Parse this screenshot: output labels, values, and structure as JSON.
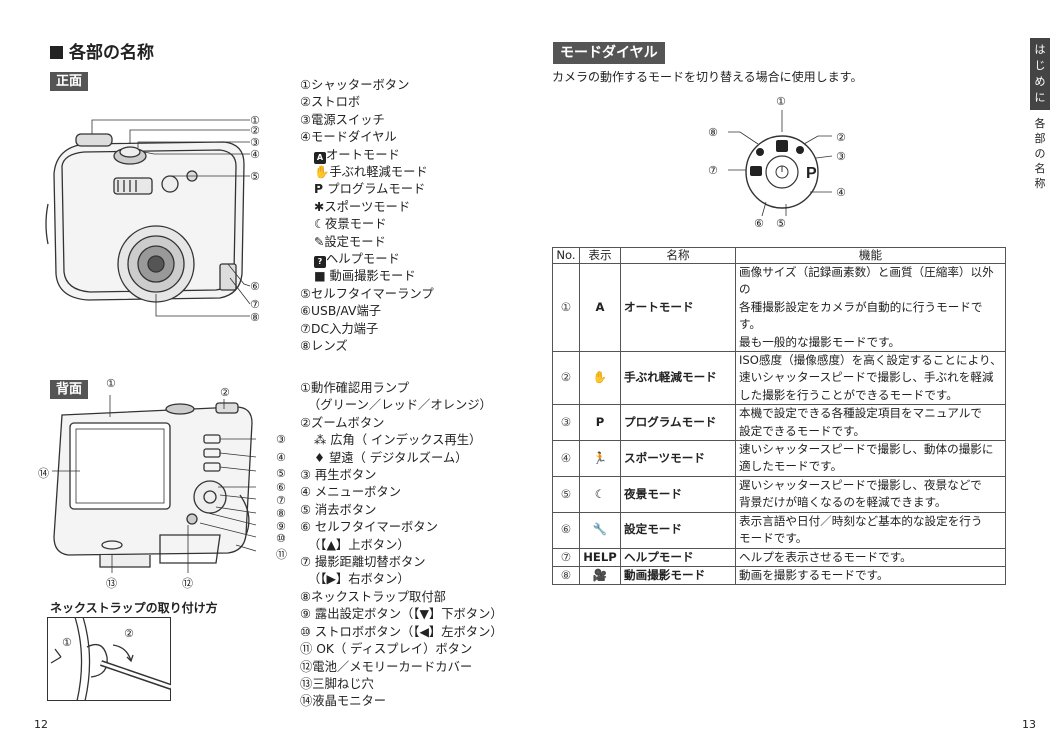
{
  "left": {
    "title": "各部の名称",
    "front_tag": "正面",
    "front_list": [
      "①シャッターボタン",
      "②ストロボ",
      "③電源スイッチ",
      "④モードダイヤル",
      "オートモード",
      "手ぶれ軽減モード",
      "プログラムモード",
      "スポーツモード",
      "夜景モード",
      "設定モード",
      "ヘルプモード",
      "動画撮影モード",
      "⑤セルフタイマーランプ",
      "⑥USB/AV端子",
      "⑦DC入力端子",
      "⑧レンズ"
    ],
    "back_tag": "背面",
    "back_list": [
      "①動作確認用ランプ",
      "（グリーン／レッド／オレンジ）",
      "②ズームボタン",
      "広角（  インデックス再生）",
      "望遠（  デジタルズーム）",
      "③  再生ボタン",
      "④  メニューボタン",
      "⑤  消去ボタン",
      "⑥  セルフタイマーボタン",
      "（【▲】上ボタン）",
      "⑦  撮影距離切替ボタン",
      "（【▶】右ボタン）",
      "⑧ネックストラップ取付部",
      "⑨  露出設定ボタン（【▼】下ボタン）",
      "⑩  ストロボボタン（【◀】左ボタン）",
      "⑪ OK（  ディスプレイ）ボタン",
      "⑫電池／メモリーカードカバー",
      "⑬三脚ねじ穴",
      "⑭液晶モニター"
    ],
    "strap_title": "ネックストラップの取り付け方",
    "front_callouts": [
      "①",
      "②",
      "③",
      "④",
      "⑤",
      "⑥",
      "⑦",
      "⑧"
    ],
    "back_callouts": [
      "①",
      "②",
      "③",
      "④",
      "⑤",
      "⑥",
      "⑦",
      "⑧",
      "⑨",
      "⑩",
      "⑪",
      "⑫",
      "⑬",
      "⑭"
    ],
    "strap_callouts": [
      "①",
      "②"
    ],
    "page_number": "12"
  },
  "right": {
    "title": "モードダイヤル",
    "description": "カメラの動作するモードを切り替える場合に使用します。",
    "dial_callouts": [
      "①",
      "②",
      "③",
      "④",
      "⑤",
      "⑥",
      "⑦",
      "⑧"
    ],
    "dial_center": "P",
    "table": {
      "headers": [
        "No.",
        "表示",
        "名称",
        "機能"
      ],
      "rows": [
        {
          "no": "①",
          "icon": "A",
          "name": "オートモード",
          "lines": [
            "画像サイズ（記録画素数）と画質（圧縮率）以外の",
            "各種撮影設定をカメラが自動的に行うモードです。",
            "最も一般的な撮影モードです。"
          ]
        },
        {
          "no": "②",
          "icon": "✋",
          "name": "手ぶれ軽減モード",
          "lines": [
            "ISO感度（撮像感度）を高く設定することにより、",
            "速いシャッタースピードで撮影し、手ぶれを軽減",
            "した撮影を行うことができるモードです。"
          ]
        },
        {
          "no": "③",
          "icon": "P",
          "name": "プログラムモード",
          "lines": [
            "本機で設定できる各種設定項目をマニュアルで",
            "設定できるモードです。"
          ]
        },
        {
          "no": "④",
          "icon": "🏃",
          "name": "スポーツモード",
          "lines": [
            "速いシャッタースピードで撮影し、動体の撮影に",
            "適したモードです。"
          ]
        },
        {
          "no": "⑤",
          "icon": "☾",
          "name": "夜景モード",
          "lines": [
            "遅いシャッタースピードで撮影し、夜景などで",
            "背景だけが暗くなるのを軽減できます。"
          ]
        },
        {
          "no": "⑥",
          "icon": "🔧",
          "name": "設定モード",
          "lines": [
            "表示言語や日付／時刻など基本的な設定を行う",
            "モードです。"
          ]
        },
        {
          "no": "⑦",
          "icon": "HELP",
          "name": "ヘルプモード",
          "lines": [
            "ヘルプを表示させるモードです。"
          ]
        },
        {
          "no": "⑧",
          "icon": "🎥",
          "name": "動画撮影モード",
          "lines": [
            "動画を撮影するモードです。"
          ]
        }
      ]
    },
    "side_tab": "はじめに",
    "side_sub": "各部の名称",
    "page_number": "13"
  }
}
